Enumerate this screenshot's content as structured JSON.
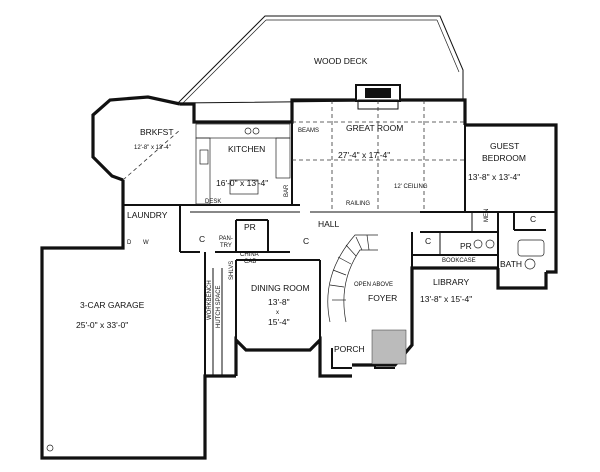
{
  "rooms": {
    "wood_deck": "WOOD DECK",
    "brkfst_name": "BRKFST",
    "brkfst_dim": "12'-8\" x 13'-4\"",
    "kitchen_name": "KITCHEN",
    "kitchen_dim": "16'-0\" x 13'-4\"",
    "great_room_name": "GREAT ROOM",
    "great_room_dim": "27'-4\" x 17'-4\"",
    "ceiling": "12' CEILING",
    "beams": "BEAMS",
    "railing": "RAILING",
    "guest_line1": "GUEST",
    "guest_line2": "BEDROOM",
    "guest_dim": "13'-8\" x 13'-4\"",
    "laundry": "LAUNDRY",
    "desk": "DESK",
    "bar": "BAR",
    "pr": "PR",
    "pantry_line1": "PAN-",
    "pantry_line2": "TRY",
    "china_line1": "CHINA",
    "china_line2": "CAB",
    "hall": "HALL",
    "garage_name": "3-CAR GARAGE",
    "garage_dim": "25'-0\" x 33'-0\"",
    "workbench": "WORKBENCH",
    "hutch_space": "HUTCH SPACE",
    "shlvs": "SHLVS",
    "dining_name": "DINING ROOM",
    "dining_dim1": "13'-8\"",
    "dining_x": "x",
    "dining_dim2": "15'-4\"",
    "open_above": "OPEN ABOVE",
    "foyer": "FOYER",
    "porch": "PORCH",
    "library_name": "LIBRARY",
    "library_dim": "13'-8\" x 15'-4\"",
    "bookcase": "BOOKCASE",
    "pr2": "PR",
    "bath": "BATH",
    "closet": "C",
    "w": "W",
    "d": "D",
    "men": "MEN"
  }
}
